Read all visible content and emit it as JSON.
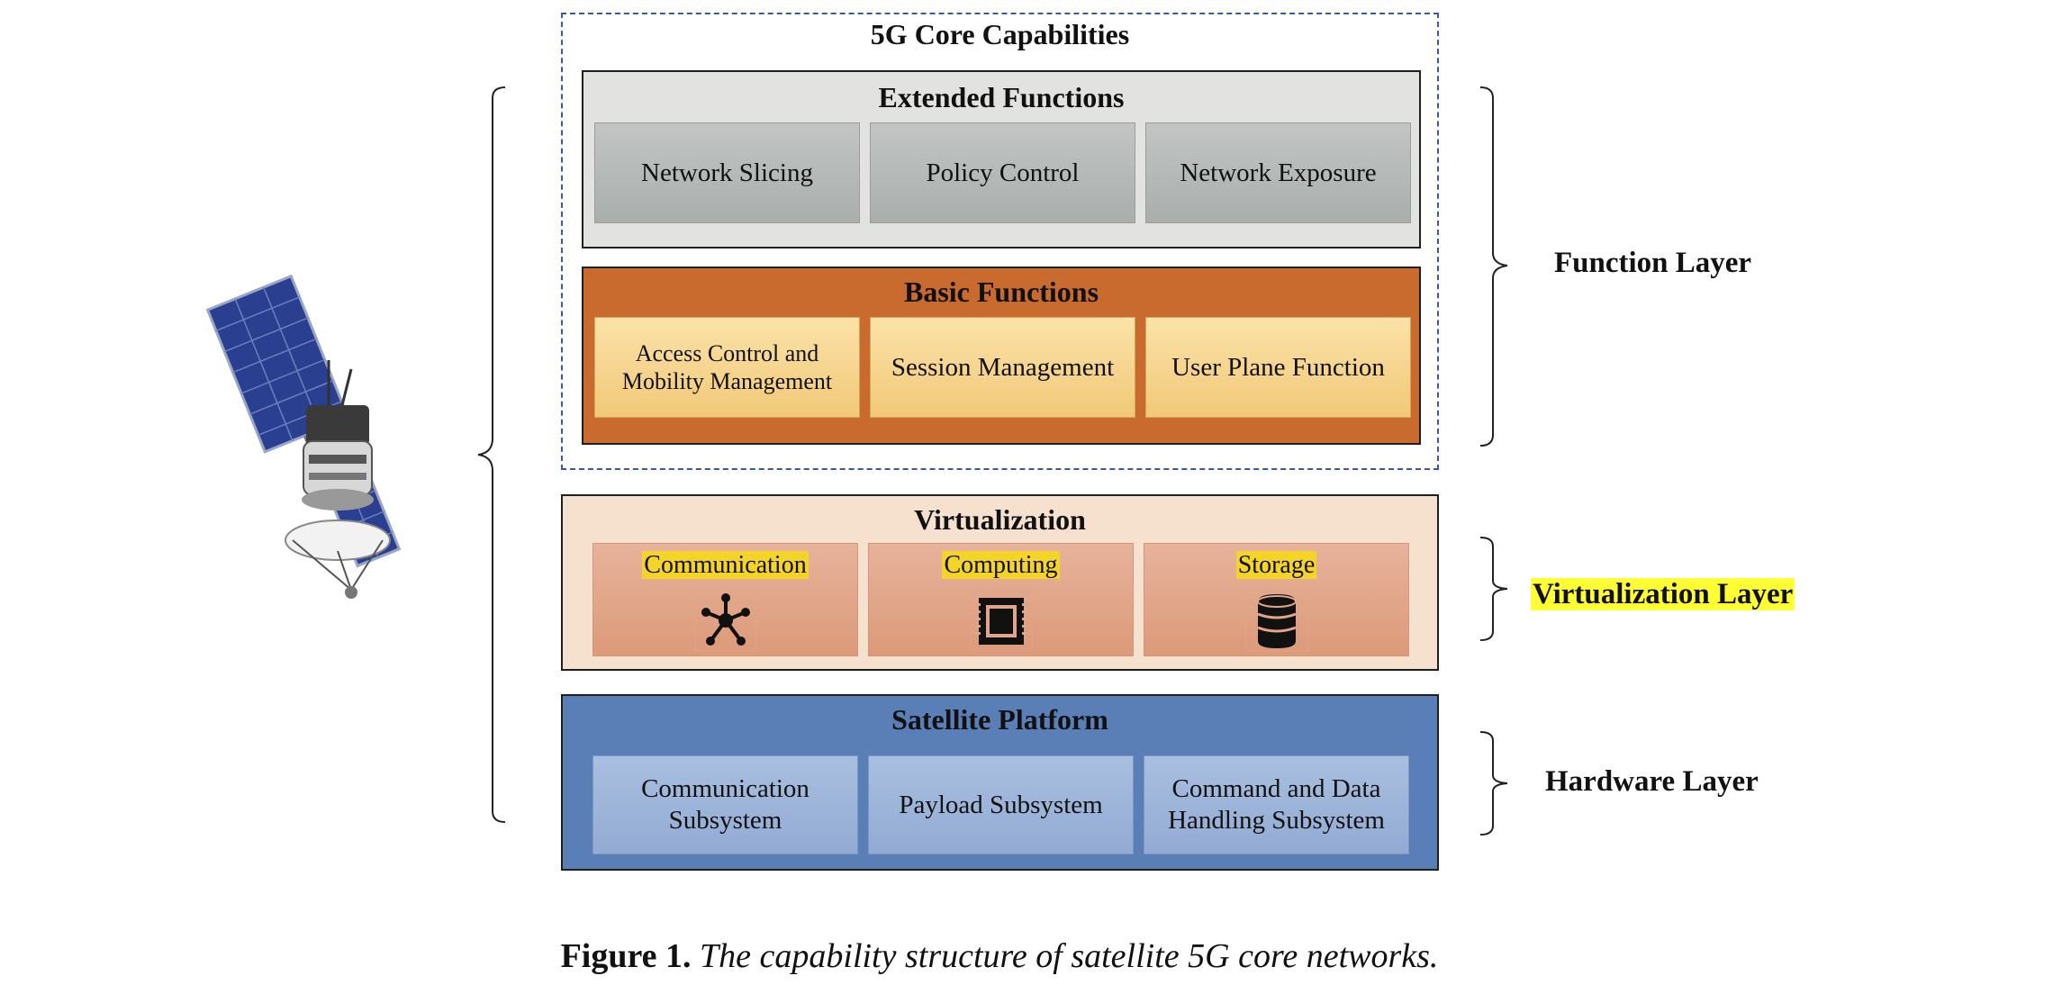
{
  "core": {
    "title": "5G Core Capabilities"
  },
  "extended": {
    "title": "Extended Functions",
    "items": [
      "Network Slicing",
      "Policy Control",
      "Network Exposure"
    ]
  },
  "basic": {
    "title": "Basic Functions",
    "items": [
      "Access Control and\nMobility Management",
      "Session Management",
      "User Plane Function"
    ]
  },
  "virtualization": {
    "title": "Virtualization",
    "items": [
      {
        "label": "Communication",
        "icon": "network-hub-icon"
      },
      {
        "label": "Computing",
        "icon": "processor-chip-icon"
      },
      {
        "label": "Storage",
        "icon": "database-icon"
      }
    ]
  },
  "platform": {
    "title": "Satellite Platform",
    "items": [
      "Communication\nSubsystem",
      "Payload Subsystem",
      "Command and Data\nHandling Subsystem"
    ]
  },
  "layers": {
    "function": "Function Layer",
    "virtualization": "Virtualization Layer",
    "hardware": "Hardware Layer"
  },
  "caption": {
    "label": "Figure 1.",
    "text": "The capability structure of satellite 5G core networks."
  },
  "colors": {
    "highlight_yellow": "#f4d428",
    "label_highlight": "#ffff33",
    "basic_orange": "#c96a2f",
    "platform_blue": "#5a7fb6"
  }
}
